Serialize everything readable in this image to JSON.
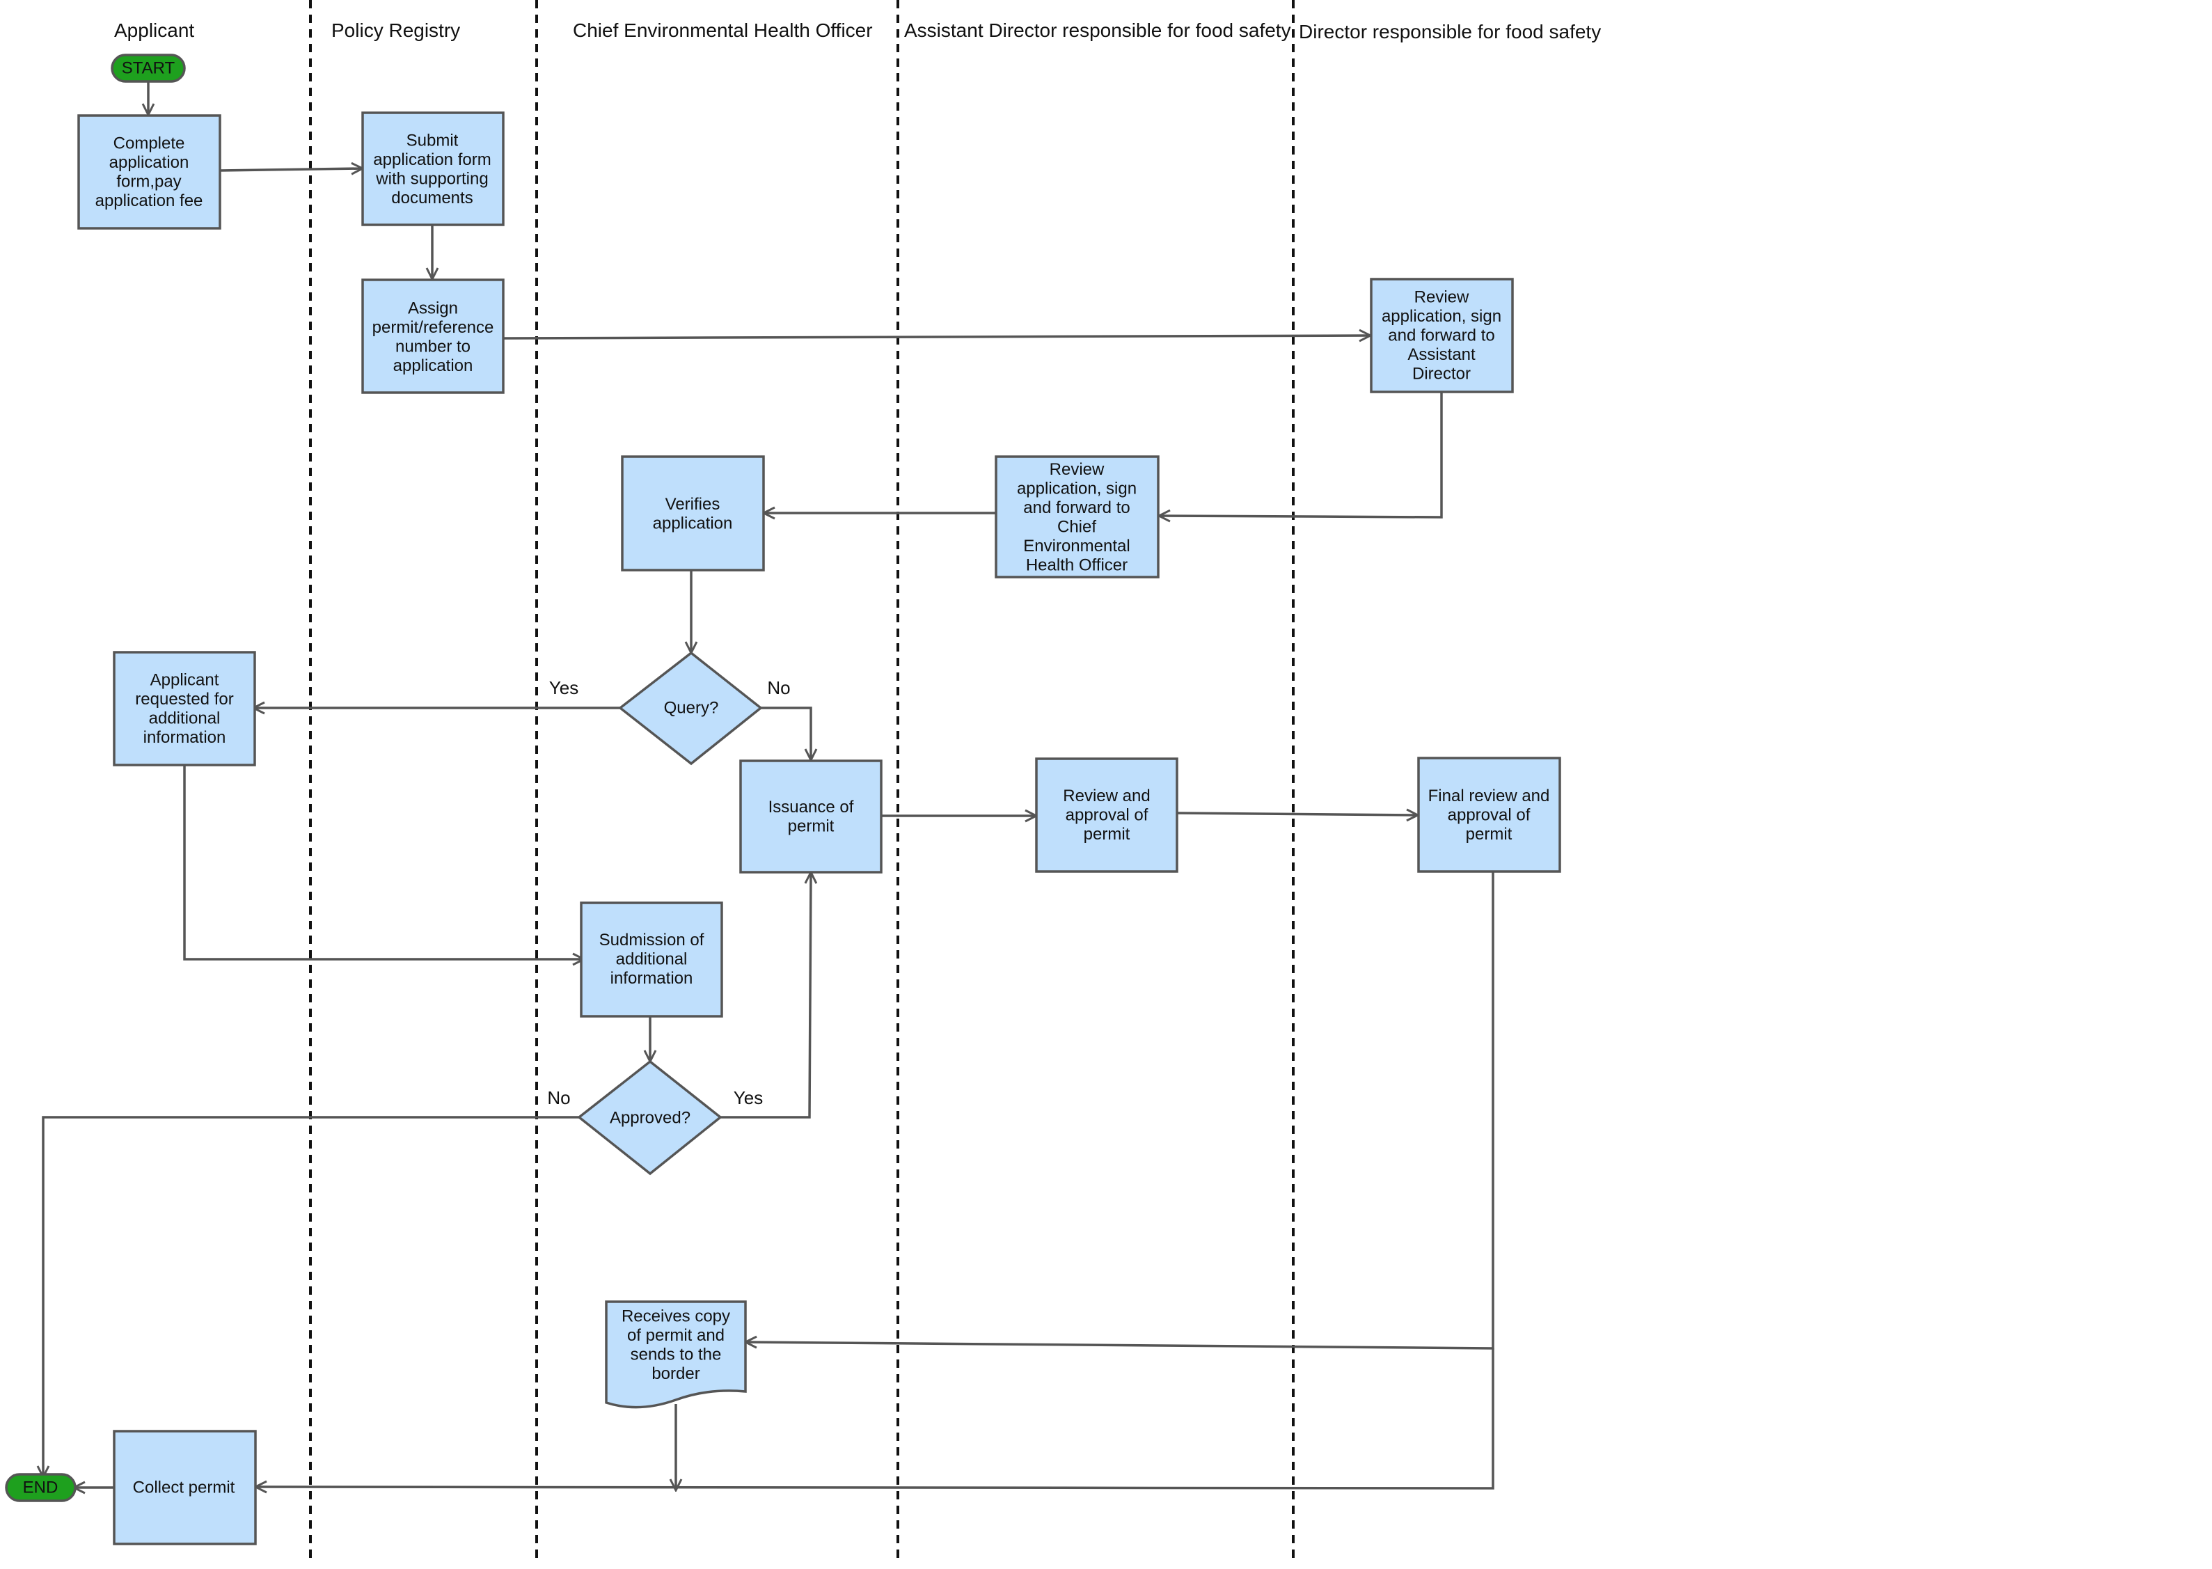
{
  "lanes": [
    "Applicant",
    "Policy Registry",
    "Chief Environmental Health Officer",
    "Assistant Director responsible for food safety",
    "Director responsible for food safety"
  ],
  "terminals": {
    "start": "START",
    "end": "END"
  },
  "nodes": {
    "complete_form": [
      "Complete",
      "application",
      "form,pay",
      "application fee"
    ],
    "submit_form": [
      "Submit",
      "application form",
      "with supporting",
      "documents"
    ],
    "assign_number": [
      "Assign",
      "permit/reference",
      "number to",
      "application"
    ],
    "director_review": [
      "Review",
      "application, sign",
      "and forward to",
      "Assistant",
      "Director"
    ],
    "assistant_review": [
      "Review",
      "application, sign",
      "and forward to",
      "Chief",
      "Environmental",
      "Health Officer"
    ],
    "verifies": [
      "Verifies",
      "application"
    ],
    "query": [
      "Query?"
    ],
    "applicant_requested": [
      "Applicant",
      "requested for",
      "additional",
      "information"
    ],
    "issuance": [
      "Issuance of",
      "permit"
    ],
    "review_approval": [
      "Review and",
      "approval of",
      "permit"
    ],
    "final_review": [
      "Final review and",
      "approval of",
      "permit"
    ],
    "submission_additional": [
      "Sudmission of",
      "additional",
      "information"
    ],
    "approved": [
      "Approved?"
    ],
    "receives_copy": [
      "Receives copy",
      "of permit and",
      "sends to the",
      "border"
    ],
    "collect_permit": [
      "Collect permit"
    ]
  },
  "edge_labels": {
    "query_yes": "Yes",
    "query_no": "No",
    "approved_no": "No",
    "approved_yes": "Yes"
  },
  "colors": {
    "box_fill": "#bfdffc",
    "box_stroke": "#555555",
    "terminal_fill": "#1ea01e",
    "terminal_stroke": "#555555",
    "line": "#555555",
    "lane_divider": "#111111"
  }
}
